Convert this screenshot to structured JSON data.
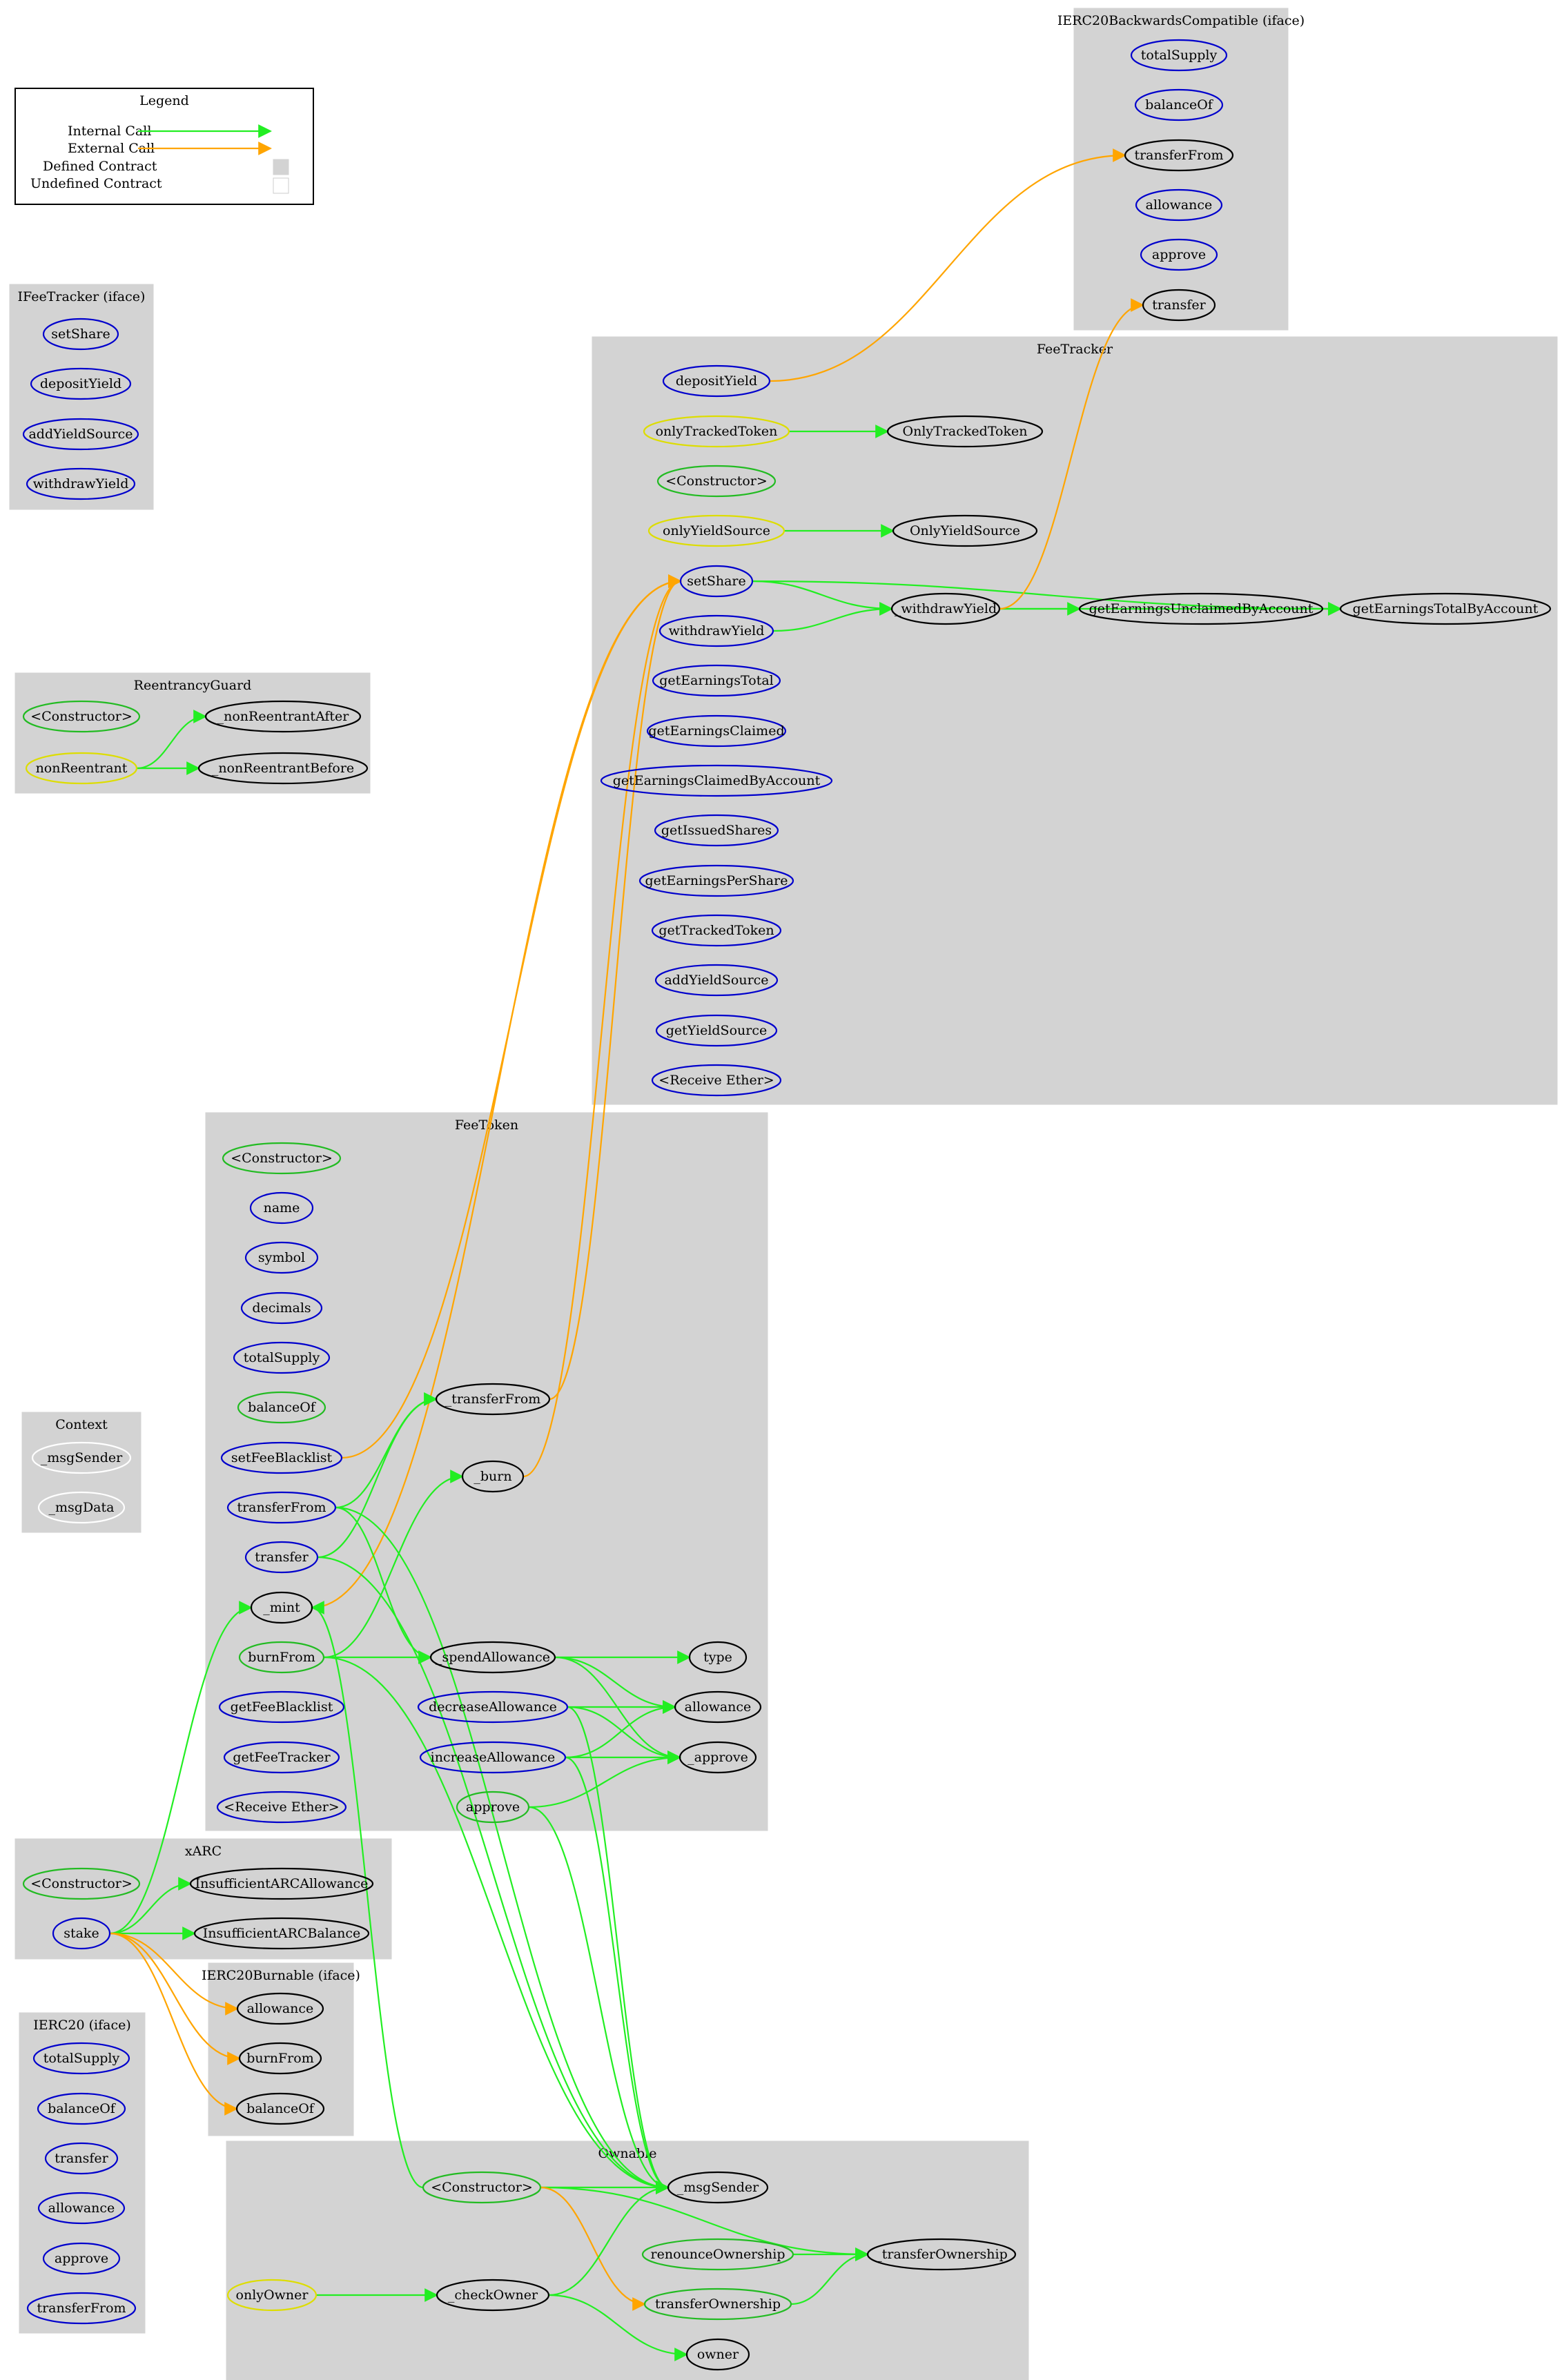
{
  "colors": {
    "internal": "#22ee22",
    "external": "#ffa500",
    "public": "#0000cc",
    "internal_fn": "#22bb22",
    "modifier": "#dddd00",
    "private": "#000000",
    "undefined": "#ffffff",
    "cluster": "#d3d3d3"
  },
  "legend": {
    "title": "Legend",
    "internal_call": "Internal Call",
    "external_call": "External Call",
    "defined_contract": "Defined Contract",
    "undefined_contract": "Undefined Contract"
  },
  "clusters": [
    {
      "id": "ierc20bc",
      "label": "IERC20BackwardsCompatible  (iface)"
    },
    {
      "id": "ifeetracker",
      "label": "IFeeTracker  (iface)"
    },
    {
      "id": "feetracker",
      "label": "FeeTracker"
    },
    {
      "id": "reentrancy",
      "label": "ReentrancyGuard"
    },
    {
      "id": "feetoken",
      "label": "FeeToken"
    },
    {
      "id": "context",
      "label": "Context"
    },
    {
      "id": "xarc",
      "label": "xARC"
    },
    {
      "id": "ierc20burnable",
      "label": "IERC20Burnable  (iface)"
    },
    {
      "id": "ierc20",
      "label": "IERC20  (iface)"
    },
    {
      "id": "ownable",
      "label": "Ownable"
    }
  ],
  "nodes": [
    {
      "id": "bc_totalSupply",
      "label": "totalSupply",
      "kind": "public"
    },
    {
      "id": "bc_balanceOf",
      "label": "balanceOf",
      "kind": "public"
    },
    {
      "id": "bc_transferFrom",
      "label": "transferFrom",
      "kind": "private"
    },
    {
      "id": "bc_allowance",
      "label": "allowance",
      "kind": "public"
    },
    {
      "id": "bc_approve",
      "label": "approve",
      "kind": "public"
    },
    {
      "id": "bc_transfer",
      "label": "transfer",
      "kind": "private"
    },
    {
      "id": "ift_setShare",
      "label": "setShare",
      "kind": "public"
    },
    {
      "id": "ift_depositYield",
      "label": "depositYield",
      "kind": "public"
    },
    {
      "id": "ift_addYieldSource",
      "label": "addYieldSource",
      "kind": "public"
    },
    {
      "id": "ift_withdrawYield",
      "label": "withdrawYield",
      "kind": "public"
    },
    {
      "id": "ft_depositYield",
      "label": "depositYield",
      "kind": "public"
    },
    {
      "id": "ft_onlyTrackedToken",
      "label": "onlyTrackedToken",
      "kind": "modifier"
    },
    {
      "id": "ft_OnlyTrackedToken",
      "label": "OnlyTrackedToken",
      "kind": "private"
    },
    {
      "id": "ft_constructor",
      "label": "<Constructor>",
      "kind": "internal"
    },
    {
      "id": "ft_onlyYieldSource",
      "label": "onlyYieldSource",
      "kind": "modifier"
    },
    {
      "id": "ft_OnlyYieldSource",
      "label": "OnlyYieldSource",
      "kind": "private"
    },
    {
      "id": "ft_setShare",
      "label": "setShare",
      "kind": "public"
    },
    {
      "id": "ft_withdrawYieldPriv",
      "label": "_withdrawYield",
      "kind": "private"
    },
    {
      "id": "ft_getEarningsUnclaimedByAccount",
      "label": "getEarningsUnclaimedByAccount",
      "kind": "private"
    },
    {
      "id": "ft_getEarningsTotalByAccount",
      "label": "getEarningsTotalByAccount",
      "kind": "private"
    },
    {
      "id": "ft_withdrawYield",
      "label": "withdrawYield",
      "kind": "public"
    },
    {
      "id": "ft_getEarningsTotal",
      "label": "getEarningsTotal",
      "kind": "public"
    },
    {
      "id": "ft_getEarningsClaimed",
      "label": "getEarningsClaimed",
      "kind": "public"
    },
    {
      "id": "ft_getEarningsClaimedByAccount",
      "label": "getEarningsClaimedByAccount",
      "kind": "public"
    },
    {
      "id": "ft_getIssuedShares",
      "label": "getIssuedShares",
      "kind": "public"
    },
    {
      "id": "ft_getEarningsPerShare",
      "label": "getEarningsPerShare",
      "kind": "public"
    },
    {
      "id": "ft_getTrackedToken",
      "label": "getTrackedToken",
      "kind": "public"
    },
    {
      "id": "ft_addYieldSource",
      "label": "addYieldSource",
      "kind": "public"
    },
    {
      "id": "ft_getYieldSource",
      "label": "getYieldSource",
      "kind": "public"
    },
    {
      "id": "ft_receiveEther",
      "label": "<Receive Ether>",
      "kind": "public"
    },
    {
      "id": "rg_constructor",
      "label": "<Constructor>",
      "kind": "internal"
    },
    {
      "id": "rg_nonReentrantAfter",
      "label": "_nonReentrantAfter",
      "kind": "private"
    },
    {
      "id": "rg_nonReentrant",
      "label": "nonReentrant",
      "kind": "modifier"
    },
    {
      "id": "rg_nonReentrantBefore",
      "label": "_nonReentrantBefore",
      "kind": "private"
    },
    {
      "id": "tk_constructor",
      "label": "<Constructor>",
      "kind": "internal"
    },
    {
      "id": "tk_name",
      "label": "name",
      "kind": "public"
    },
    {
      "id": "tk_symbol",
      "label": "symbol",
      "kind": "public"
    },
    {
      "id": "tk_decimals",
      "label": "decimals",
      "kind": "public"
    },
    {
      "id": "tk_totalSupply",
      "label": "totalSupply",
      "kind": "public"
    },
    {
      "id": "tk_balanceOf",
      "label": "balanceOf",
      "kind": "internal"
    },
    {
      "id": "tk_transferFromPriv",
      "label": "_transferFrom",
      "kind": "private"
    },
    {
      "id": "tk_setFeeBlacklist",
      "label": "setFeeBlacklist",
      "kind": "public"
    },
    {
      "id": "tk_burn",
      "label": "_burn",
      "kind": "private"
    },
    {
      "id": "tk_transferFrom",
      "label": "transferFrom",
      "kind": "public"
    },
    {
      "id": "tk_transfer",
      "label": "transfer",
      "kind": "public"
    },
    {
      "id": "tk_mint",
      "label": "_mint",
      "kind": "private"
    },
    {
      "id": "tk_burnFrom",
      "label": "burnFrom",
      "kind": "internal"
    },
    {
      "id": "tk_spendAllowance",
      "label": "_spendAllowance",
      "kind": "private"
    },
    {
      "id": "tk_type",
      "label": "type",
      "kind": "private"
    },
    {
      "id": "tk_getFeeBlacklist",
      "label": "getFeeBlacklist",
      "kind": "public"
    },
    {
      "id": "tk_decreaseAllowance",
      "label": "decreaseAllowance",
      "kind": "public"
    },
    {
      "id": "tk_allowance",
      "label": "allowance",
      "kind": "private"
    },
    {
      "id": "tk_getFeeTracker",
      "label": "getFeeTracker",
      "kind": "public"
    },
    {
      "id": "tk_increaseAllowance",
      "label": "increaseAllowance",
      "kind": "public"
    },
    {
      "id": "tk_approvePriv",
      "label": "_approve",
      "kind": "private"
    },
    {
      "id": "tk_receiveEther",
      "label": "<Receive Ether>",
      "kind": "public"
    },
    {
      "id": "tk_approve",
      "label": "approve",
      "kind": "internal"
    },
    {
      "id": "ctx_msgSender",
      "label": "_msgSender",
      "kind": "undefined"
    },
    {
      "id": "ctx_msgData",
      "label": "_msgData",
      "kind": "undefined"
    },
    {
      "id": "xa_constructor",
      "label": "<Constructor>",
      "kind": "internal"
    },
    {
      "id": "xa_insufficientAllowance",
      "label": "InsufficientARCAllowance",
      "kind": "private"
    },
    {
      "id": "xa_stake",
      "label": "stake",
      "kind": "public"
    },
    {
      "id": "xa_insufficientBalance",
      "label": "InsufficientARCBalance",
      "kind": "private"
    },
    {
      "id": "ib_allowance",
      "label": "allowance",
      "kind": "private"
    },
    {
      "id": "ib_burnFrom",
      "label": "burnFrom",
      "kind": "private"
    },
    {
      "id": "ib_balanceOf",
      "label": "balanceOf",
      "kind": "private"
    },
    {
      "id": "ie_totalSupply",
      "label": "totalSupply",
      "kind": "public"
    },
    {
      "id": "ie_balanceOf",
      "label": "balanceOf",
      "kind": "public"
    },
    {
      "id": "ie_transfer",
      "label": "transfer",
      "kind": "public"
    },
    {
      "id": "ie_allowance",
      "label": "allowance",
      "kind": "public"
    },
    {
      "id": "ie_approve",
      "label": "approve",
      "kind": "public"
    },
    {
      "id": "ie_transferFrom",
      "label": "transferFrom",
      "kind": "public"
    },
    {
      "id": "ow_constructor",
      "label": "<Constructor>",
      "kind": "internal"
    },
    {
      "id": "ow_msgSender",
      "label": "_msgSender",
      "kind": "private"
    },
    {
      "id": "ow_renounceOwnership",
      "label": "renounceOwnership",
      "kind": "internal"
    },
    {
      "id": "ow_transferOwnershipPriv",
      "label": "_transferOwnership",
      "kind": "private"
    },
    {
      "id": "ow_onlyOwner",
      "label": "onlyOwner",
      "kind": "modifier"
    },
    {
      "id": "ow_checkOwner",
      "label": "_checkOwner",
      "kind": "private"
    },
    {
      "id": "ow_transferOwnership",
      "label": "transferOwnership",
      "kind": "internal"
    },
    {
      "id": "ow_owner",
      "label": "owner",
      "kind": "private"
    }
  ],
  "edges": [
    {
      "from": "ft_depositYield",
      "to": "bc_transferFrom",
      "type": "external"
    },
    {
      "from": "ft_onlyTrackedToken",
      "to": "ft_OnlyTrackedToken",
      "type": "internal"
    },
    {
      "from": "ft_onlyYieldSource",
      "to": "ft_OnlyYieldSource",
      "type": "internal"
    },
    {
      "from": "ft_setShare",
      "to": "ft_withdrawYieldPriv",
      "type": "internal"
    },
    {
      "from": "ft_setShare",
      "to": "ft_getEarningsTotalByAccount",
      "type": "internal"
    },
    {
      "from": "ft_withdrawYield",
      "to": "ft_withdrawYieldPriv",
      "type": "internal"
    },
    {
      "from": "ft_withdrawYieldPriv",
      "to": "ft_getEarningsUnclaimedByAccount",
      "type": "internal"
    },
    {
      "from": "ft_withdrawYieldPriv",
      "to": "ft_getEarningsTotalByAccount",
      "type": "internal"
    },
    {
      "from": "ft_getEarningsUnclaimedByAccount",
      "to": "ft_getEarningsTotalByAccount",
      "type": "internal"
    },
    {
      "from": "ft_withdrawYieldPriv",
      "to": "bc_transfer",
      "type": "external"
    },
    {
      "from": "rg_nonReentrant",
      "to": "rg_nonReentrantAfter",
      "type": "internal"
    },
    {
      "from": "rg_nonReentrant",
      "to": "rg_nonReentrantBefore",
      "type": "internal"
    },
    {
      "from": "tk_setFeeBlacklist",
      "to": "ft_setShare",
      "type": "external"
    },
    {
      "from": "tk_transferFromPriv",
      "to": "ft_setShare",
      "type": "external"
    },
    {
      "from": "tk_burn",
      "to": "ft_setShare",
      "type": "external"
    },
    {
      "from": "tk_mint",
      "to": "ft_setShare",
      "type": "external"
    },
    {
      "from": "tk_transferFrom",
      "to": "tk_transferFromPriv",
      "type": "internal"
    },
    {
      "from": "tk_transfer",
      "to": "tk_transferFromPriv",
      "type": "internal"
    },
    {
      "from": "tk_transferFrom",
      "to": "tk_spendAllowance",
      "type": "internal"
    },
    {
      "from": "tk_burnFrom",
      "to": "tk_burn",
      "type": "internal"
    },
    {
      "from": "tk_burnFrom",
      "to": "tk_spendAllowance",
      "type": "internal"
    },
    {
      "from": "tk_spendAllowance",
      "to": "tk_type",
      "type": "internal"
    },
    {
      "from": "tk_spendAllowance",
      "to": "tk_allowance",
      "type": "internal"
    },
    {
      "from": "tk_spendAllowance",
      "to": "tk_approvePriv",
      "type": "internal"
    },
    {
      "from": "tk_decreaseAllowance",
      "to": "tk_allowance",
      "type": "internal"
    },
    {
      "from": "tk_decreaseAllowance",
      "to": "tk_approvePriv",
      "type": "internal"
    },
    {
      "from": "tk_increaseAllowance",
      "to": "tk_allowance",
      "type": "internal"
    },
    {
      "from": "tk_increaseAllowance",
      "to": "tk_approvePriv",
      "type": "internal"
    },
    {
      "from": "tk_approve",
      "to": "tk_approvePriv",
      "type": "internal"
    },
    {
      "from": "tk_transferFrom",
      "to": "ow_msgSender",
      "type": "internal"
    },
    {
      "from": "tk_transfer",
      "to": "ow_msgSender",
      "type": "internal"
    },
    {
      "from": "tk_burnFrom",
      "to": "ow_msgSender",
      "type": "internal"
    },
    {
      "from": "tk_decreaseAllowance",
      "to": "ow_msgSender",
      "type": "internal"
    },
    {
      "from": "tk_increaseAllowance",
      "to": "ow_msgSender",
      "type": "internal"
    },
    {
      "from": "tk_approve",
      "to": "ow_msgSender",
      "type": "internal"
    },
    {
      "from": "ow_constructor",
      "to": "tk_mint",
      "type": "internal"
    },
    {
      "from": "xa_stake",
      "to": "tk_mint",
      "type": "internal"
    },
    {
      "from": "xa_stake",
      "to": "xa_insufficientAllowance",
      "type": "internal"
    },
    {
      "from": "xa_stake",
      "to": "xa_insufficientBalance",
      "type": "internal"
    },
    {
      "from": "xa_stake",
      "to": "ib_allowance",
      "type": "external"
    },
    {
      "from": "xa_stake",
      "to": "ib_burnFrom",
      "type": "external"
    },
    {
      "from": "xa_stake",
      "to": "ib_balanceOf",
      "type": "external"
    },
    {
      "from": "ow_constructor",
      "to": "ow_msgSender",
      "type": "internal"
    },
    {
      "from": "ow_constructor",
      "to": "ow_transferOwnershipPriv",
      "type": "internal"
    },
    {
      "from": "ow_constructor",
      "to": "ow_transferOwnership",
      "type": "external"
    },
    {
      "from": "ow_renounceOwnership",
      "to": "ow_transferOwnershipPriv",
      "type": "internal"
    },
    {
      "from": "ow_transferOwnership",
      "to": "ow_transferOwnershipPriv",
      "type": "internal"
    },
    {
      "from": "ow_onlyOwner",
      "to": "ow_checkOwner",
      "type": "internal"
    },
    {
      "from": "ow_checkOwner",
      "to": "ow_msgSender",
      "type": "internal"
    },
    {
      "from": "ow_checkOwner",
      "to": "ow_owner",
      "type": "internal"
    }
  ]
}
